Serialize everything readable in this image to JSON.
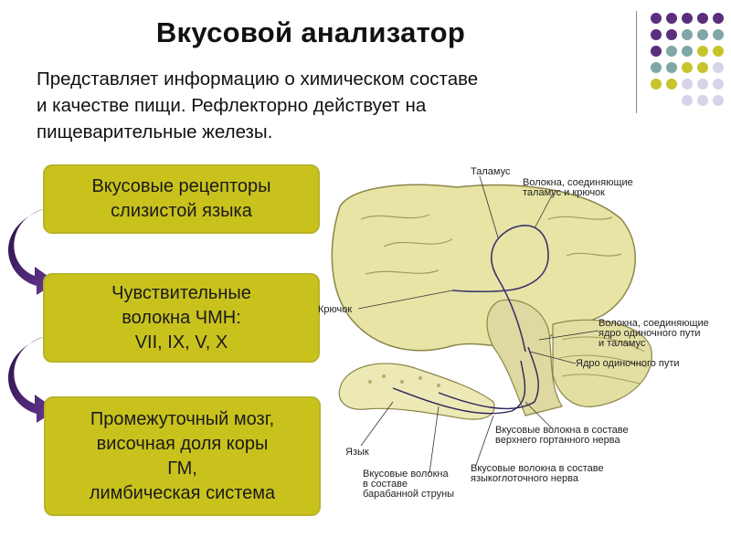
{
  "header": {
    "title": "Вкусовой анализатор"
  },
  "intro": {
    "lines": [
      "Представляет информацию о химическом составе",
      "и качестве пищи. Рефлекторно действует на",
      "пищеварительные железы."
    ]
  },
  "flow": {
    "boxes": [
      {
        "lines": [
          "Вкусовые рецепторы",
          "слизистой языка"
        ]
      },
      {
        "lines": [
          "Чувствительные",
          "волокна ЧМН:",
          "VII, IX, V, X"
        ]
      },
      {
        "lines": [
          "Промежуточный мозг,",
          "височная доля коры",
          "ГМ,",
          "лимбическая система"
        ]
      }
    ]
  },
  "diagram": {
    "labels": {
      "thalamus": "Таламус",
      "fibers_thalamus_hook_1": "Волокна, соединяющие",
      "fibers_thalamus_hook_2": "таламус и крючок",
      "hook": "Крючок",
      "fibers_nucleus_1": "Волокна, соединяющие",
      "fibers_nucleus_2": "ядро одиночного пути",
      "fibers_nucleus_3": "и таламус",
      "nucleus": "Ядро одиночного пути",
      "taste_upper_1": "Вкусовые волокна в составе",
      "taste_upper_2": "верхнего гортанного нерва",
      "tongue": "Язык",
      "taste_chorda_1": "Вкусовые волокна",
      "taste_chorda_2": "в составе",
      "taste_chorda_3": "барабанной струны",
      "taste_glosso_1": "Вкусовые волокна в составе",
      "taste_glosso_2": "языкоглоточного нерва"
    }
  },
  "theme": {
    "box_fill": "#c9c21d",
    "arrow_color": "#4b2271",
    "dot_colors": [
      "#5b2e7e",
      "#7fa7a6",
      "#c8c42e",
      "#d7d4ea"
    ]
  }
}
